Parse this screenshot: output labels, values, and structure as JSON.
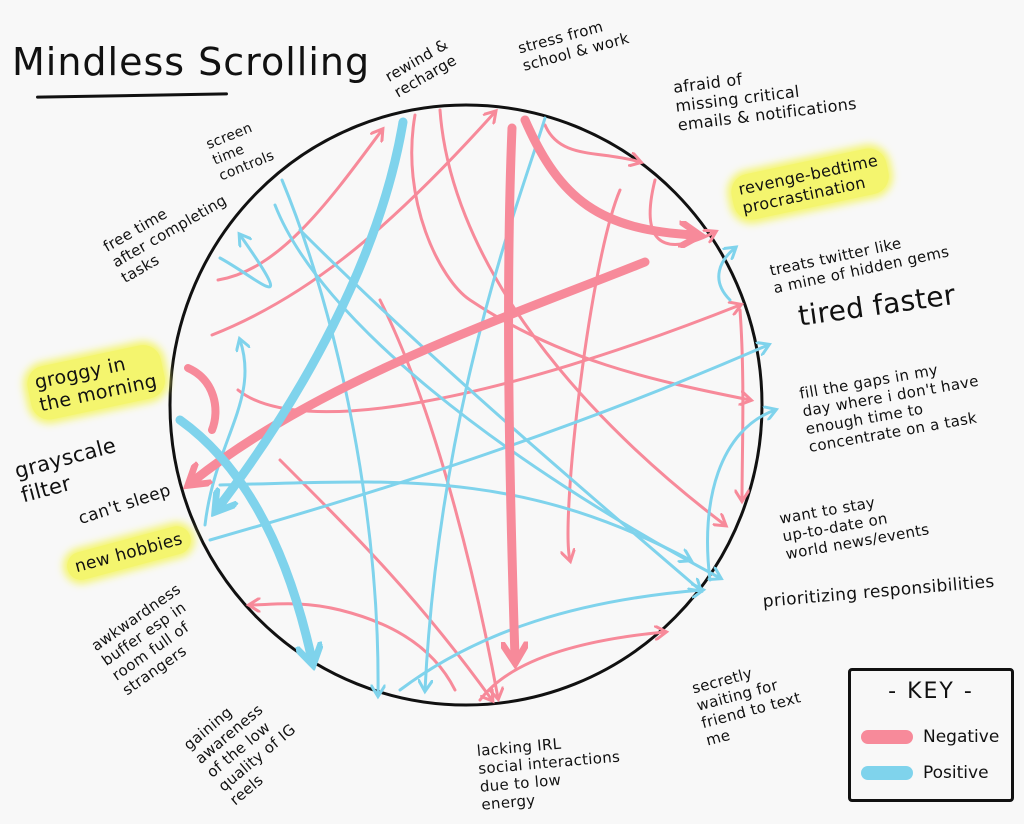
{
  "title": "Mindless Scrolling",
  "colors": {
    "negative": "#f78a9a",
    "positive": "#7fd3ec",
    "highlight": "#f4f56e",
    "ink": "#111111"
  },
  "labels": {
    "rewind": "rewind &\nrecharge",
    "stress": "stress from\nschool & work",
    "afraid": "afraid of\nmissing critical\nemails & notifications",
    "revenge": "revenge-bedtime\nprocrastination",
    "twitter": "treats twitter like\na mine of hidden gems",
    "tired": "tired faster",
    "gaps": "fill the gaps in my\nday where i don't have\nenough time to\nconcentrate on a task",
    "news": "want to stay\nup-to-date on\nworld news/events",
    "prioritizing": "prioritizing responsibilities",
    "waiting": "secretly\nwaiting for\nfriend to text\nme",
    "lacking": "lacking IRL\nsocial interactions\ndue to low\nenergy",
    "gaining": "gaining\nawareness\nof the low\nquality of IG\nreels",
    "awkward": "awkwardness\nbuffer esp in\nroom full of\nstrangers",
    "hobbies": "new hobbies",
    "cant_sleep": "can't sleep",
    "grayscale": "grayscale\nfilter",
    "groggy": "groggy in\nthe morning",
    "free_time": "free time\nafter completing\ntasks",
    "screen_time": "screen\ntime\ncontrols"
  },
  "key": {
    "title": "- KEY -",
    "negative": "Negative",
    "positive": "Positive"
  }
}
